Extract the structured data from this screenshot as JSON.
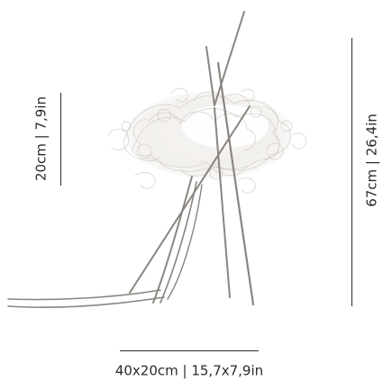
{
  "product": {
    "name_label": "",
    "image_alt": "lamp with a cloud of tangled fibres on long steel rods"
  },
  "dimensions": {
    "overall_height": "67cm | 26,4in",
    "shade_height": "20cm | 7,9in",
    "footprint": "40x20cm | 15,7x7,9in"
  },
  "colors": {
    "line": "#2b2b2b",
    "rod": "#8a8580",
    "fibre": "#d8d4cf",
    "background": "#ffffff"
  }
}
